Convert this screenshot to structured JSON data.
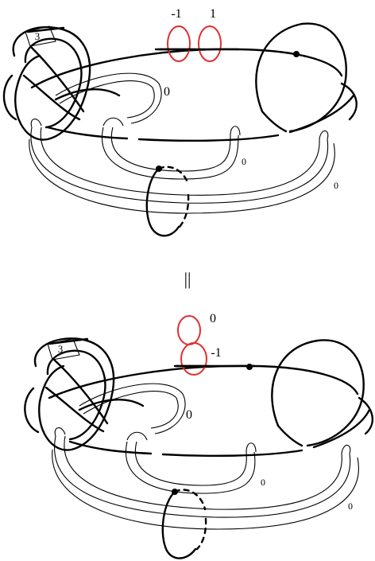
{
  "colors": {
    "ink": "#000000",
    "red_component": "#e03030",
    "background": "#ffffff"
  },
  "top": {
    "twist_box": "3",
    "framing_red_left": "-1",
    "framing_red_right": "1",
    "framing_inner": "0",
    "framing_middle": "0",
    "framing_outer": "0"
  },
  "equivalence": "||",
  "bottom": {
    "twist_box": "3",
    "framing_red_upper": "0",
    "framing_red_lower": "-1",
    "framing_inner": "0",
    "framing_middle": "0",
    "framing_outer": "0"
  }
}
